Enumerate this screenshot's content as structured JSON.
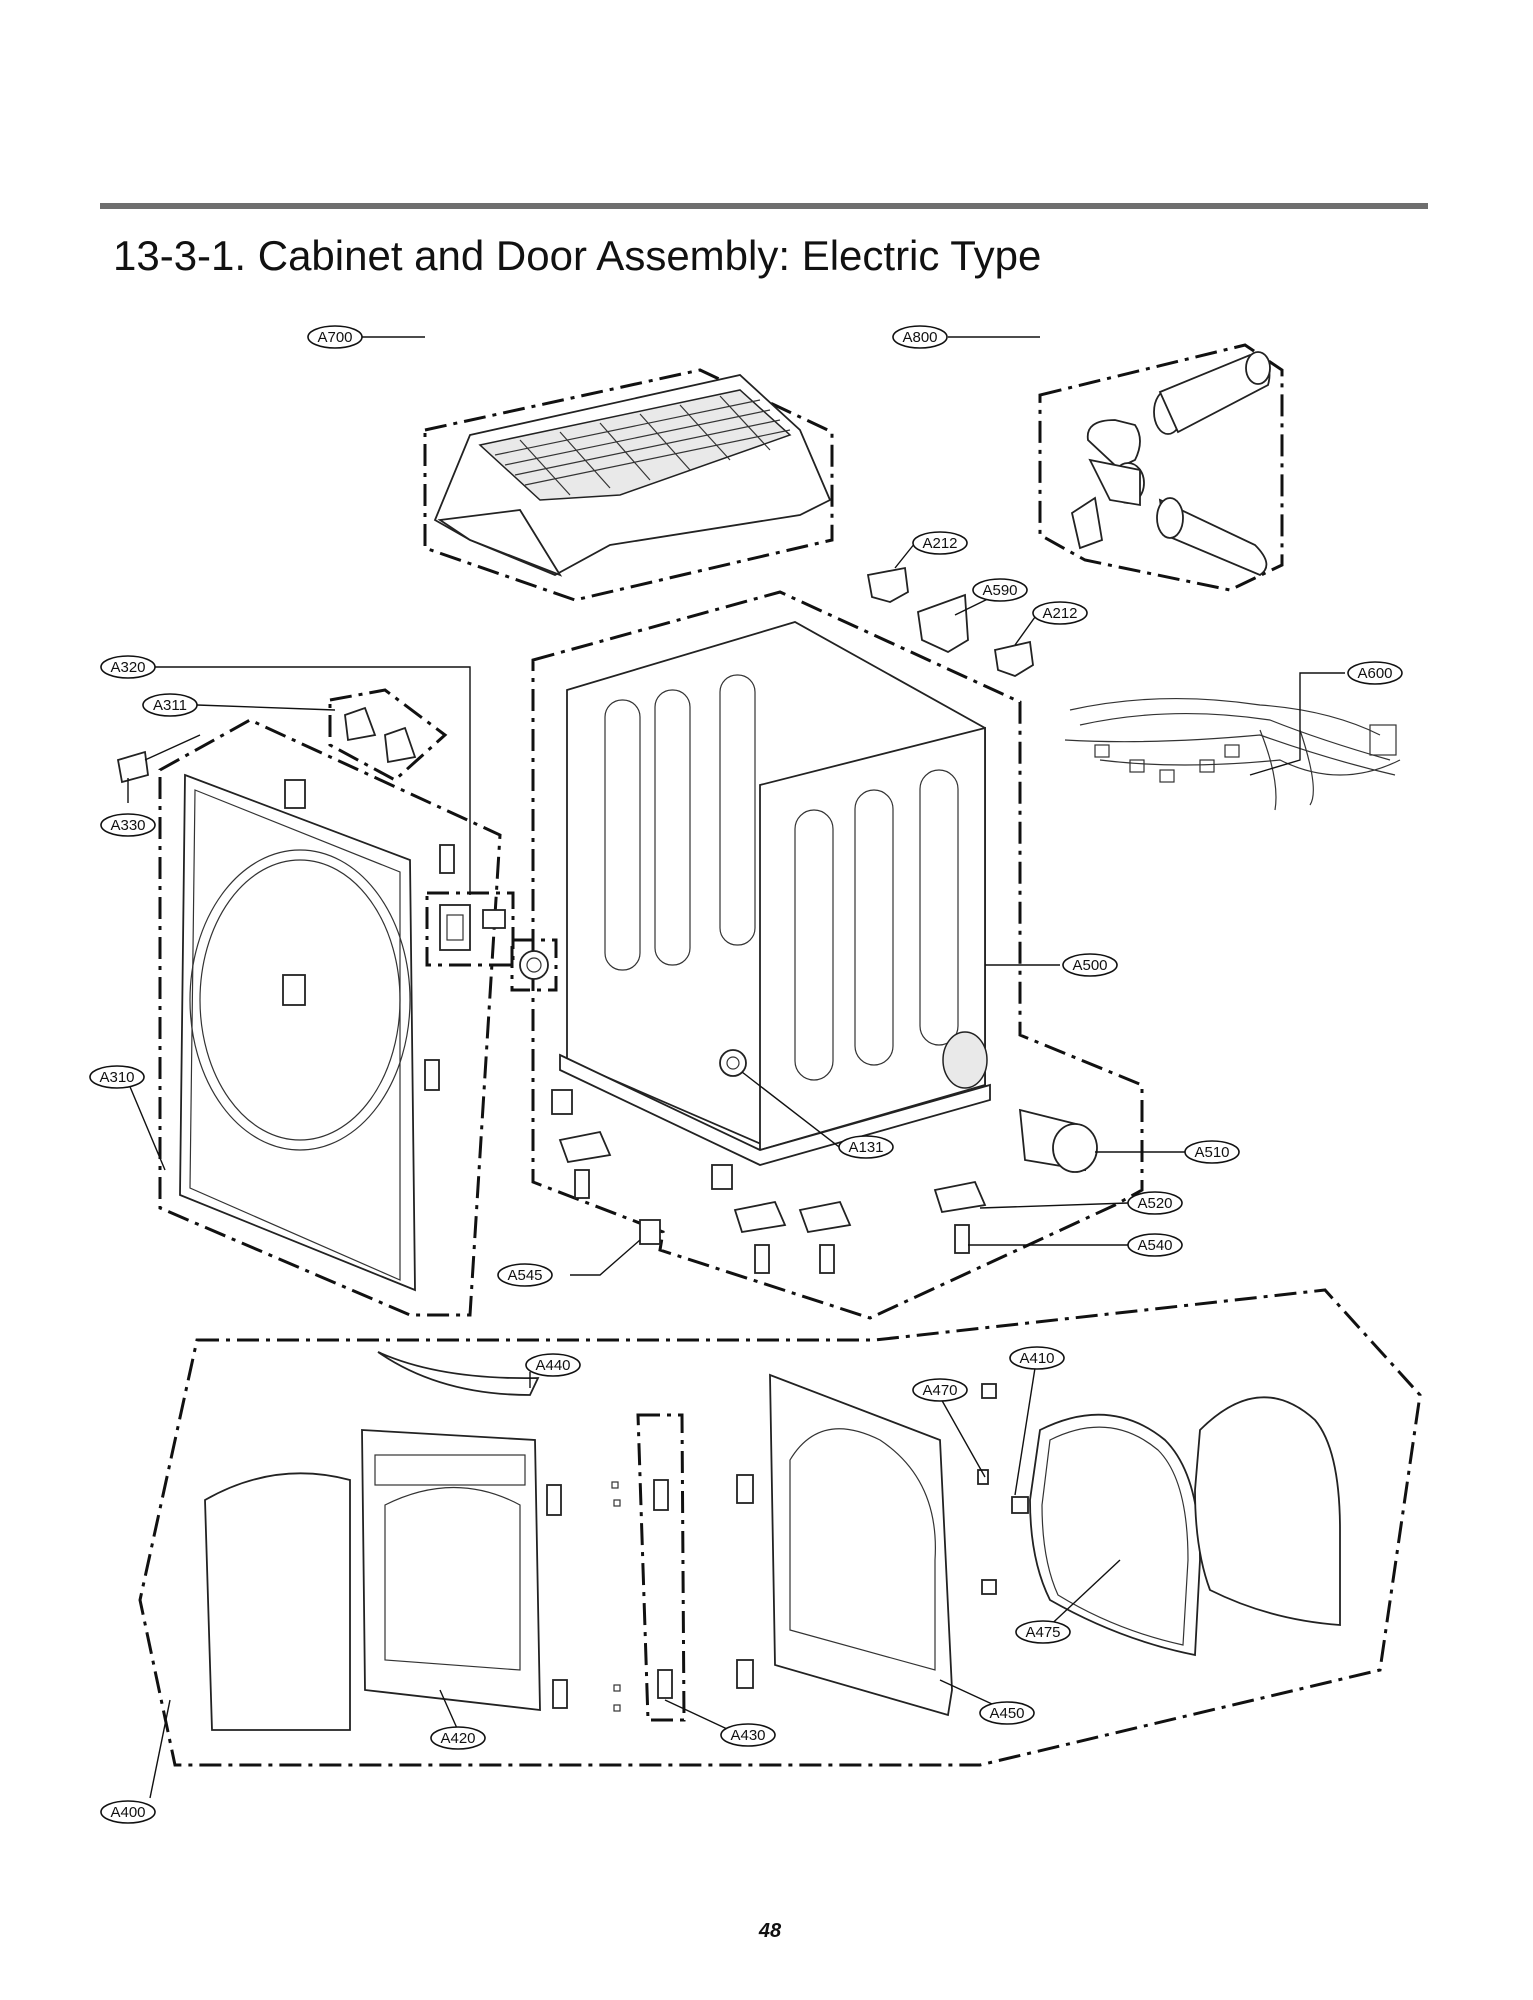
{
  "header": {
    "title": "13-3-1. Cabinet and Door Assembly: Electric Type"
  },
  "footer": {
    "page_number": "48"
  },
  "callouts": [
    {
      "id": "A700",
      "label": "A700"
    },
    {
      "id": "A800",
      "label": "A800"
    },
    {
      "id": "A212-top",
      "label": "A212"
    },
    {
      "id": "A590",
      "label": "A590"
    },
    {
      "id": "A212-right",
      "label": "A212"
    },
    {
      "id": "A600",
      "label": "A600"
    },
    {
      "id": "A320",
      "label": "A320"
    },
    {
      "id": "A311",
      "label": "A311"
    },
    {
      "id": "A330",
      "label": "A330"
    },
    {
      "id": "A310",
      "label": "A310"
    },
    {
      "id": "A500",
      "label": "A500"
    },
    {
      "id": "A131",
      "label": "A131"
    },
    {
      "id": "A510",
      "label": "A510"
    },
    {
      "id": "A520",
      "label": "A520"
    },
    {
      "id": "A540",
      "label": "A540"
    },
    {
      "id": "A545",
      "label": "A545"
    },
    {
      "id": "A440",
      "label": "A440"
    },
    {
      "id": "A410",
      "label": "A410"
    },
    {
      "id": "A470",
      "label": "A470"
    },
    {
      "id": "A475",
      "label": "A475"
    },
    {
      "id": "A450",
      "label": "A450"
    },
    {
      "id": "A430",
      "label": "A430"
    },
    {
      "id": "A420",
      "label": "A420"
    },
    {
      "id": "A400",
      "label": "A400"
    }
  ]
}
